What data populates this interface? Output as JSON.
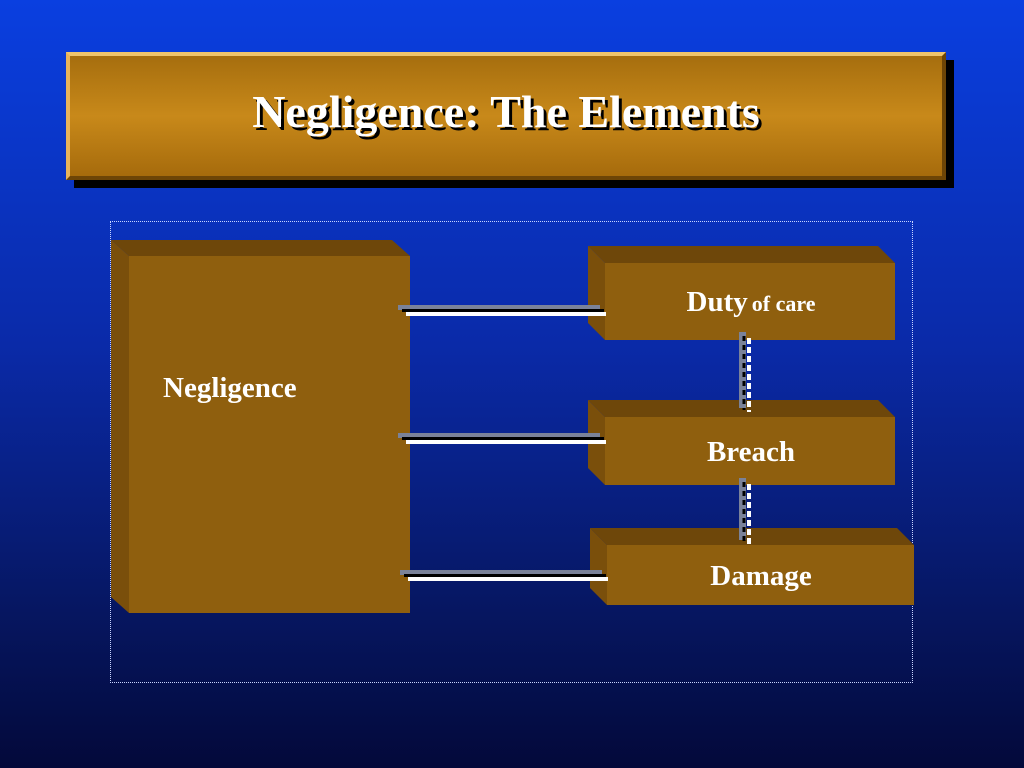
{
  "title": "Negligence: The Elements",
  "main_box": {
    "label": "Negligence"
  },
  "elements": [
    {
      "main": "Duty",
      "sub": "of care"
    },
    {
      "main": "Breach"
    },
    {
      "main": "Damage"
    }
  ],
  "colors": {
    "background_top": "#0a3fe0",
    "background_bottom": "#03093a",
    "box_front": "#8f5f0e",
    "box_top": "#6e470a",
    "box_side": "#7a4f0b",
    "title_fill": "#c8891a",
    "connector": "#ffffff"
  }
}
